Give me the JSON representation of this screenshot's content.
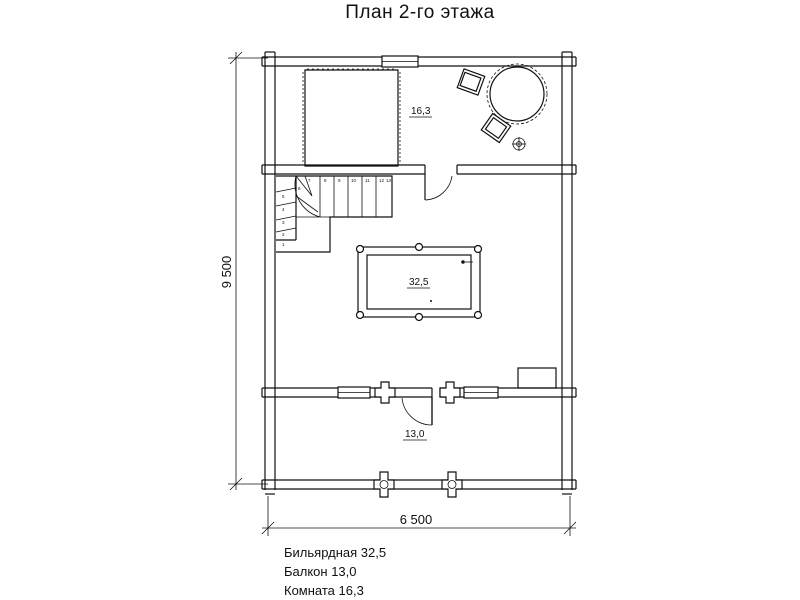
{
  "title": "План 2-го этажа",
  "dimensions": {
    "height": "9 500",
    "width": "6 500"
  },
  "rooms": {
    "room": "16,3",
    "billiard": "32,5",
    "balcony": "13,0"
  },
  "stair_steps": [
    "1",
    "2",
    "3",
    "4",
    "5",
    "6",
    "7",
    "8",
    "9",
    "10",
    "11",
    "12",
    "13"
  ],
  "legend": [
    "Бильярдная 32,5",
    "Балкон 13,0",
    "Комната 16,3"
  ]
}
